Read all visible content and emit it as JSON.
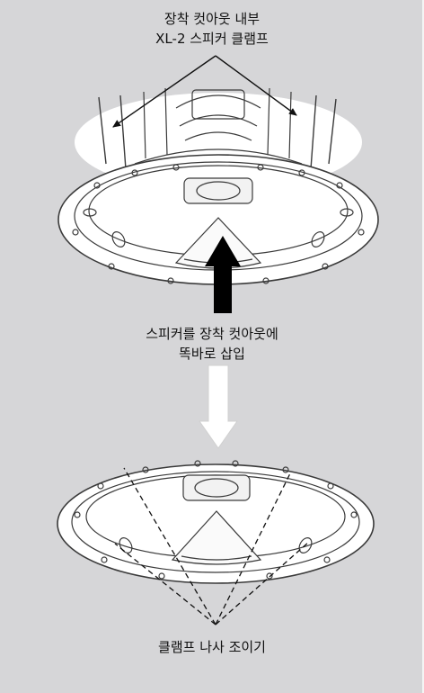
{
  "callouts": {
    "top": {
      "line1": "장착 컷아웃 내부",
      "line2": "XL-2 스피커 클램프"
    },
    "middle": {
      "line1": "스피커를 장착 컷아웃에",
      "line2": "똑바로 삽입"
    },
    "bottom": {
      "line1": "클램프 나사 조이기"
    }
  },
  "colors": {
    "background": "#d6d6d8",
    "ceiling_cutout": "#ffffff",
    "line": "#3a3a3a",
    "arrow_solid": "#000000",
    "arrow_hollow": "#ffffff"
  },
  "icons": {
    "insert_arrow": "arrow-up-solid",
    "next_step_arrow": "arrow-down-hollow"
  }
}
